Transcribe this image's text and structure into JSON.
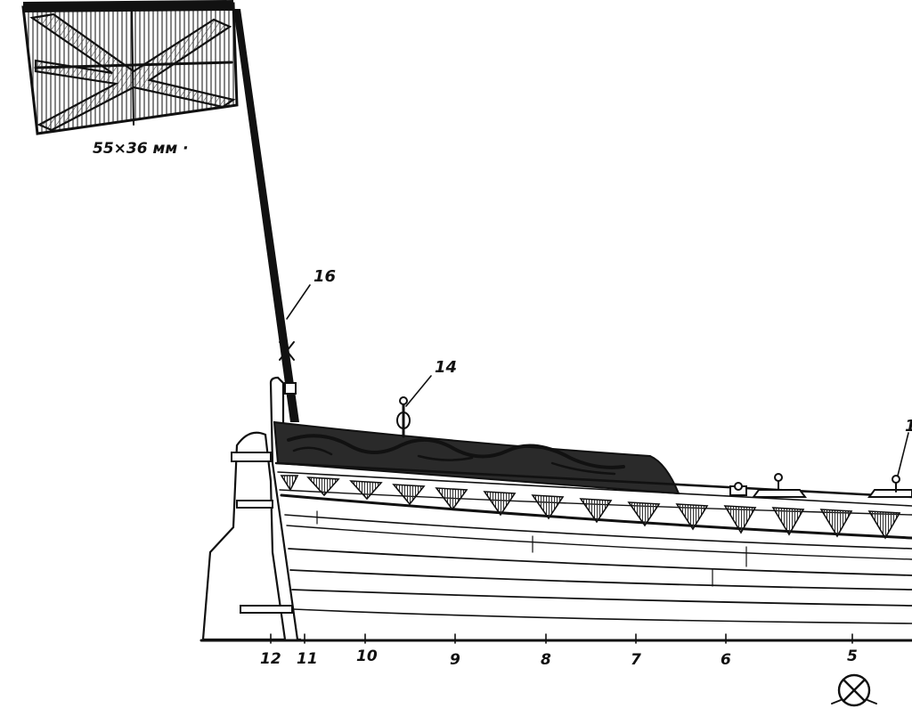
{
  "flag_size_label": "55×36 мм ·",
  "callouts": {
    "flagstaff": "16",
    "stanchion": "14",
    "partial_right": "1"
  },
  "frame_stations": [
    "12",
    "11",
    "10",
    "9",
    "8",
    "7",
    "6",
    "5"
  ],
  "colors": {
    "ink": "#111111",
    "paper": "#ffffff",
    "carving_fill": "#2a2a2a",
    "hatch": "#555555"
  },
  "icons": {
    "orientation_mark": "circle-cross-symbol"
  }
}
